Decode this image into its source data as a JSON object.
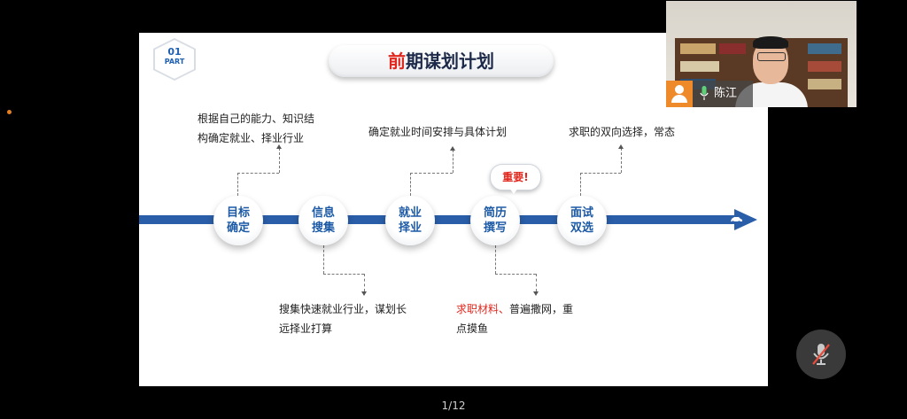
{
  "slide": {
    "part_number": "01",
    "part_label": "PART",
    "title_accent": "前",
    "title_rest": "期谋划计划",
    "nodes": [
      {
        "label": "目标确定"
      },
      {
        "label": "信息搜集"
      },
      {
        "label": "就业择业"
      },
      {
        "label": "简历撰写"
      },
      {
        "label": "面试双选"
      }
    ],
    "callouts": {
      "goal_line1": "根据自己的能力、知识结",
      "goal_line2": "构确定就业、择业行业",
      "info_line1": "搜集快速就业行业，谋划长",
      "info_line2": "远择业打算",
      "plan": "确定就业时间安排与具体计划",
      "resume_red": "求职材料、",
      "resume_rest": "普遍撒网，重",
      "resume_line2": "点摸鱼",
      "interview": "求职的双向选择，常态"
    },
    "important_badge": "重要!"
  },
  "video": {
    "participant_name": "陈江"
  },
  "page_indicator": "1/12",
  "colors": {
    "brand_blue": "#2a5ea8",
    "accent_red": "#e0281e",
    "avatar_orange": "#ef8a2a"
  }
}
